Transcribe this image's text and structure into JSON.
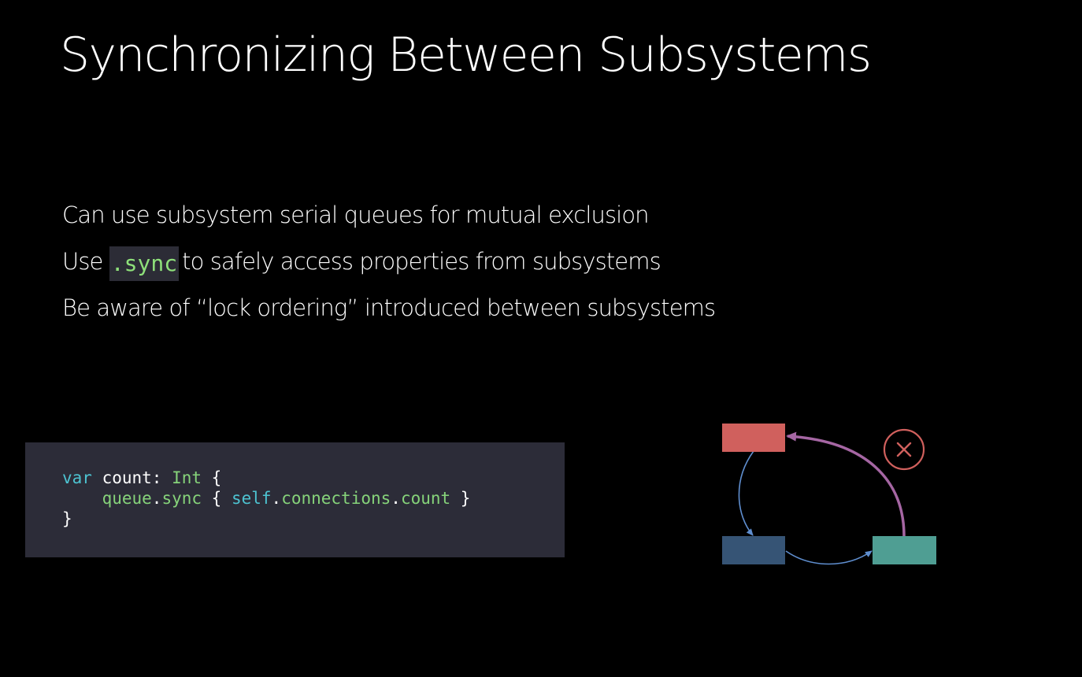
{
  "slide": {
    "title": "Synchronizing Between Subsystems",
    "bullets": {
      "b1": "Can use subsystem serial queues for  mutual exclusion",
      "b2_prefix": "Use ",
      "b2_code": ".sync",
      "b2_suffix": "to safely access properties from subsystems",
      "b3": "Be aware of “lock ordering” introduced between subsystems"
    }
  },
  "code": {
    "line1": {
      "kw_var": "var",
      "name": " count: ",
      "type": "Int",
      "brace": " {"
    },
    "line2": {
      "indent": "    ",
      "queue": "queue",
      "dot1": ".",
      "sync": "sync",
      "open": " { ",
      "self": "self",
      "dot2": ".",
      "connections": "connections",
      "dot3": ".",
      "count": "count",
      "close": " }"
    },
    "line3": {
      "brace": "}"
    }
  },
  "diagram": {
    "colors": {
      "box_top": "#d0605d",
      "box_bottom_left": "#365475",
      "box_bottom_right": "#4f9e93",
      "arrow_blue": "#5f8ecf",
      "arrow_purple": "#a566a3",
      "cross_circle": "#d0605d"
    },
    "icons": {
      "blocked": "x-circle-icon"
    }
  }
}
